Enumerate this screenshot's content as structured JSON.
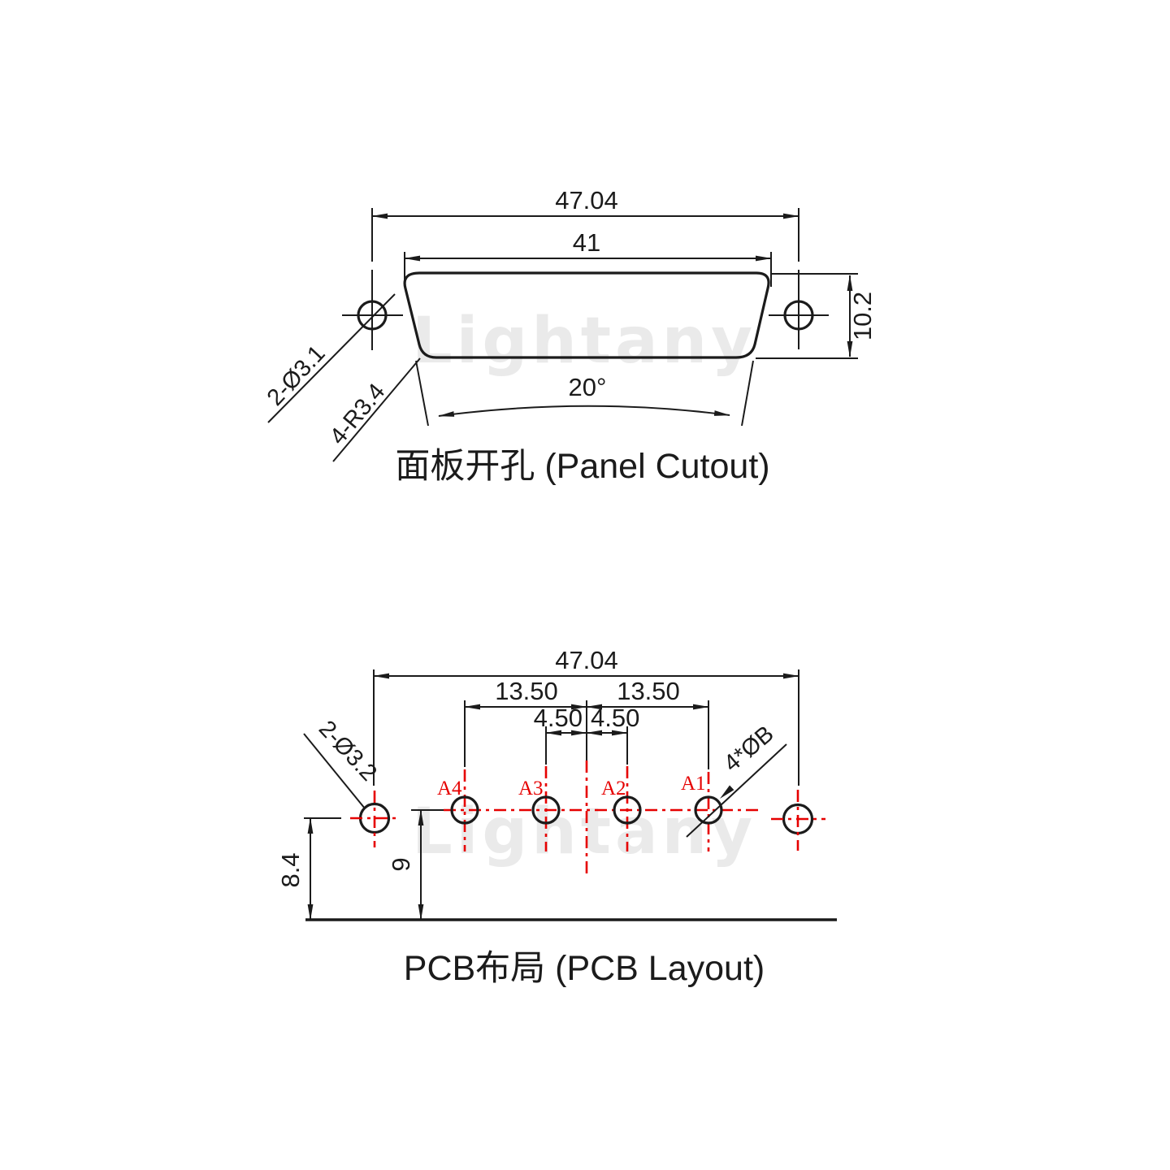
{
  "watermark": "Lightany",
  "colors": {
    "line": "#1b1b1b",
    "accent_red": "#e60000",
    "watermark_gray": "#eaeaea",
    "background": "#ffffff"
  },
  "panel_cutout": {
    "title": "面板开孔 (Panel Cutout)",
    "dim_outer_width": "47.04",
    "dim_opening_width": "41",
    "dim_opening_height": "10.2",
    "dim_side_angle": "20°",
    "label_mount_holes": "2-Ø3.1",
    "label_corner_radius": "4-R3.4"
  },
  "pcb_layout": {
    "title": "PCB布局 (PCB Layout)",
    "dim_outer_width": "47.04",
    "dim_pitch_left": "13.50",
    "dim_pitch_right": "13.50",
    "dim_pitch_inner_left": "4.50",
    "dim_pitch_inner_right": "4.50",
    "dim_mount_hole_height": "8.4",
    "dim_pin_row_height": "9",
    "label_mount_holes": "2-Ø3.2",
    "label_pin_holes": "4*ØB",
    "pins": [
      "A4",
      "A3",
      "A2",
      "A1"
    ]
  }
}
